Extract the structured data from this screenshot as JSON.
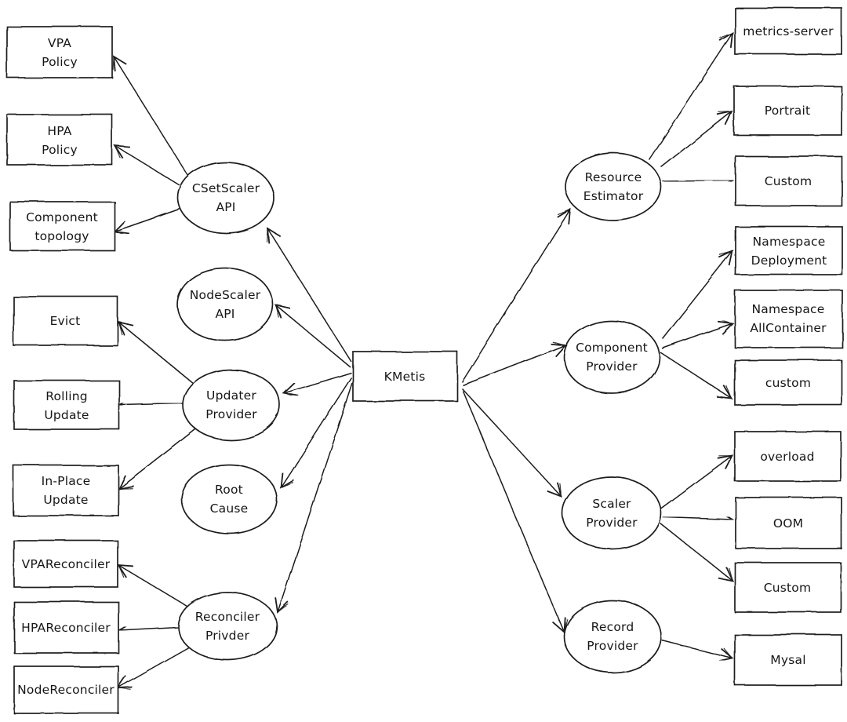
{
  "colors": {
    "stroke": "#1b1b1b",
    "canvas": "#ffffff"
  },
  "nodes": {
    "kmetis": {
      "label": "KMetis"
    },
    "csetscaler_api": {
      "lines": [
        "CSetScaler",
        "API"
      ]
    },
    "nodescaler_api": {
      "lines": [
        "NodeScaler",
        "API"
      ]
    },
    "updater_provider": {
      "lines": [
        "Updater",
        "Provider"
      ]
    },
    "root_cause": {
      "lines": [
        "Root",
        "Cause"
      ]
    },
    "reconciler_privder": {
      "lines": [
        "Reconciler",
        "Privder"
      ]
    },
    "vpa_policy": {
      "lines": [
        "VPA",
        "Policy"
      ]
    },
    "hpa_policy": {
      "lines": [
        "HPA",
        "Policy"
      ]
    },
    "component_topology": {
      "lines": [
        "Component",
        "topology"
      ]
    },
    "evict": {
      "label": "Evict"
    },
    "rolling_update": {
      "lines": [
        "Rolling",
        "Update"
      ]
    },
    "in_place_update": {
      "lines": [
        "In-Place",
        "Update"
      ]
    },
    "vpa_reconciler": {
      "label": "VPAReconciler"
    },
    "hpa_reconciler": {
      "label": "HPAReconciler"
    },
    "node_reconciler": {
      "label": "NodeReconciler"
    },
    "resource_estimator": {
      "lines": [
        "Resource",
        "Estimator"
      ]
    },
    "component_provider": {
      "lines": [
        "Component",
        "Provider"
      ]
    },
    "scaler_provider": {
      "lines": [
        "Scaler",
        "Provider"
      ]
    },
    "record_provider": {
      "lines": [
        "Record",
        "Provider"
      ]
    },
    "metrics_server": {
      "label": "metrics-server"
    },
    "portrait": {
      "label": "Portrait"
    },
    "custom_estimator": {
      "label": "Custom"
    },
    "namespace_deployment": {
      "lines": [
        "Namespace",
        "Deployment"
      ]
    },
    "namespace_allcontainer": {
      "lines": [
        "Namespace",
        "AllContainer"
      ]
    },
    "custom_component": {
      "label": "custom"
    },
    "overload": {
      "label": "overload"
    },
    "oom": {
      "label": "OOM"
    },
    "custom_scaler": {
      "label": "Custom"
    },
    "mysal": {
      "label": "Mysal"
    }
  },
  "edges": [
    {
      "from": "kmetis",
      "to": "csetscaler_api"
    },
    {
      "from": "kmetis",
      "to": "nodescaler_api"
    },
    {
      "from": "kmetis",
      "to": "updater_provider"
    },
    {
      "from": "kmetis",
      "to": "root_cause"
    },
    {
      "from": "kmetis",
      "to": "reconciler_privder"
    },
    {
      "from": "kmetis",
      "to": "resource_estimator"
    },
    {
      "from": "kmetis",
      "to": "component_provider"
    },
    {
      "from": "kmetis",
      "to": "scaler_provider"
    },
    {
      "from": "kmetis",
      "to": "record_provider"
    },
    {
      "from": "csetscaler_api",
      "to": "vpa_policy"
    },
    {
      "from": "csetscaler_api",
      "to": "hpa_policy"
    },
    {
      "from": "csetscaler_api",
      "to": "component_topology"
    },
    {
      "from": "updater_provider",
      "to": "evict"
    },
    {
      "from": "updater_provider",
      "to": "rolling_update"
    },
    {
      "from": "updater_provider",
      "to": "in_place_update"
    },
    {
      "from": "reconciler_privder",
      "to": "vpa_reconciler"
    },
    {
      "from": "reconciler_privder",
      "to": "hpa_reconciler"
    },
    {
      "from": "reconciler_privder",
      "to": "node_reconciler"
    },
    {
      "from": "resource_estimator",
      "to": "metrics_server"
    },
    {
      "from": "resource_estimator",
      "to": "portrait"
    },
    {
      "from": "resource_estimator",
      "to": "custom_estimator"
    },
    {
      "from": "component_provider",
      "to": "namespace_deployment"
    },
    {
      "from": "component_provider",
      "to": "namespace_allcontainer"
    },
    {
      "from": "component_provider",
      "to": "custom_component"
    },
    {
      "from": "scaler_provider",
      "to": "overload"
    },
    {
      "from": "scaler_provider",
      "to": "oom"
    },
    {
      "from": "scaler_provider",
      "to": "custom_scaler"
    },
    {
      "from": "record_provider",
      "to": "mysal"
    }
  ]
}
